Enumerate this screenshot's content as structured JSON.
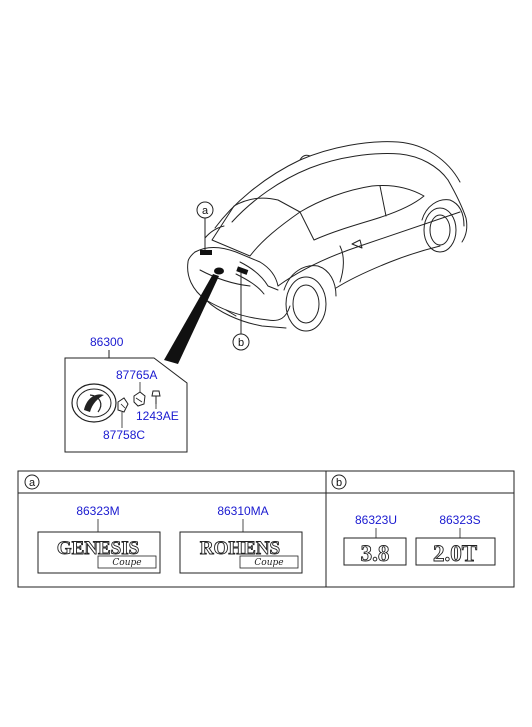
{
  "main_assembly": {
    "part_number": "86300",
    "components": {
      "clip_top": "87765A",
      "screw": "1243AE",
      "clip_bottom": "87758C"
    }
  },
  "callouts": {
    "a": "a",
    "b": "b"
  },
  "panel_a": {
    "tag": "a",
    "items": [
      {
        "part_number": "86323M",
        "badge_text": "GENESIS",
        "script_text": "Coupe"
      },
      {
        "part_number": "86310MA",
        "badge_text": "ROHENS",
        "script_text": "Coupe"
      }
    ]
  },
  "panel_b": {
    "tag": "b",
    "items": [
      {
        "part_number": "86323U",
        "badge_text": "3.8"
      },
      {
        "part_number": "86323S",
        "badge_text": "2.0T"
      }
    ]
  },
  "icons": [
    "car-rear-illustration",
    "emblem-icon",
    "clip-icon",
    "screw-icon"
  ]
}
